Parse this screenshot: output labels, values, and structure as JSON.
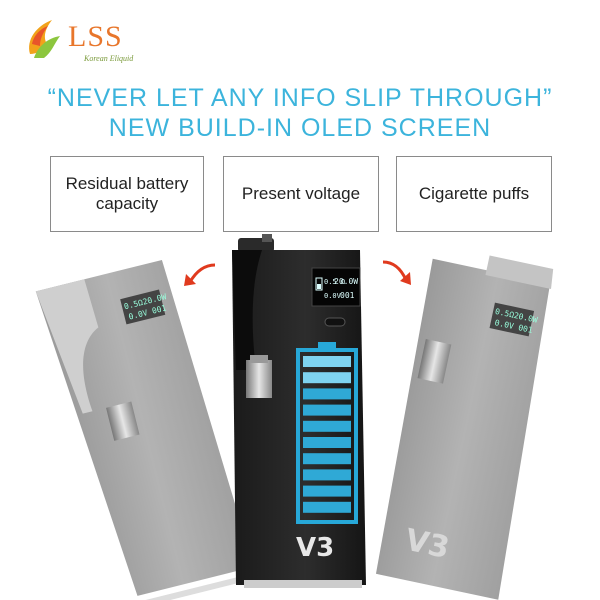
{
  "logo": {
    "brand": "LSS",
    "tagline": "Korean Eliquid"
  },
  "headline": {
    "line1": "“NEVER LET ANY INFO SLIP THROUGH”",
    "line2": "NEW BUILD-IN OLED SCREEN"
  },
  "features": [
    {
      "label": "Residual battery capacity"
    },
    {
      "label": "Present voltage"
    },
    {
      "label": "Cigarette puffs"
    }
  ],
  "screen": {
    "ohms": "0.5 Ω",
    "watts": "20.0W",
    "volts": "0.0V",
    "puffs": "001"
  },
  "device": {
    "model": "V3"
  },
  "colors": {
    "accent": "#3cb4dc",
    "arrow": "#e03a1e",
    "logo": "#e8762b"
  }
}
